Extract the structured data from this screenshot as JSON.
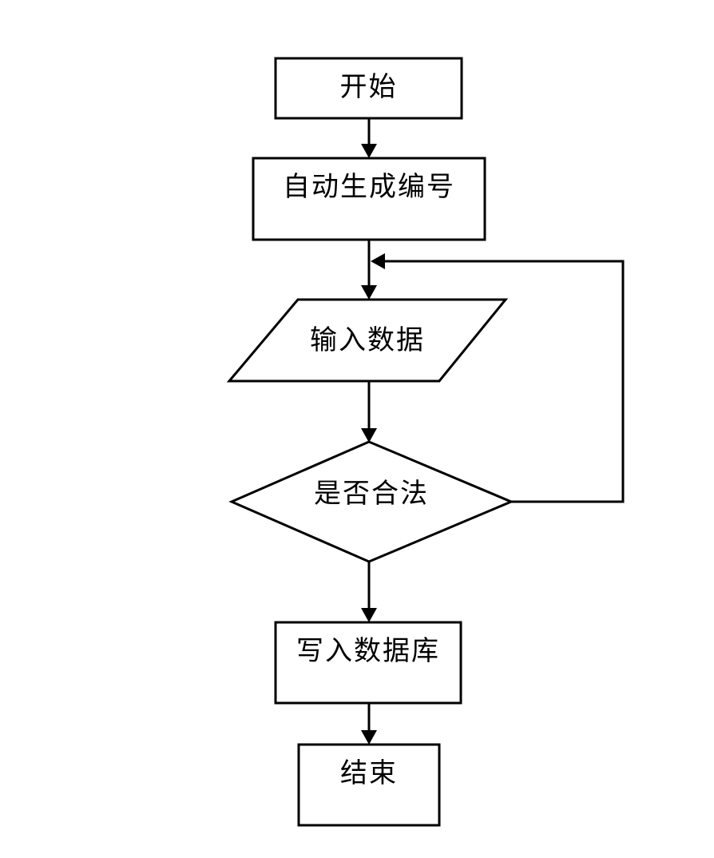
{
  "diagram": {
    "type": "flowchart",
    "background_color": "#ffffff",
    "line_color": "#000000",
    "text_color": "#000000",
    "nodes": [
      {
        "id": "start",
        "shape": "rectangle",
        "label": "开始"
      },
      {
        "id": "auto-generate-id",
        "shape": "rectangle",
        "label": "自动生成编号"
      },
      {
        "id": "input-data",
        "shape": "parallelogram",
        "label": "输入数据"
      },
      {
        "id": "is-valid",
        "shape": "diamond",
        "label": "是否合法"
      },
      {
        "id": "write-database",
        "shape": "rectangle",
        "label": "写入数据库"
      },
      {
        "id": "end",
        "shape": "rectangle",
        "label": "结束"
      }
    ],
    "edges": [
      {
        "from": "start",
        "to": "auto-generate-id"
      },
      {
        "from": "auto-generate-id",
        "to": "input-data"
      },
      {
        "from": "input-data",
        "to": "is-valid"
      },
      {
        "from": "is-valid",
        "to": "input-data"
      },
      {
        "from": "is-valid",
        "to": "write-database"
      },
      {
        "from": "write-database",
        "to": "end"
      }
    ]
  }
}
